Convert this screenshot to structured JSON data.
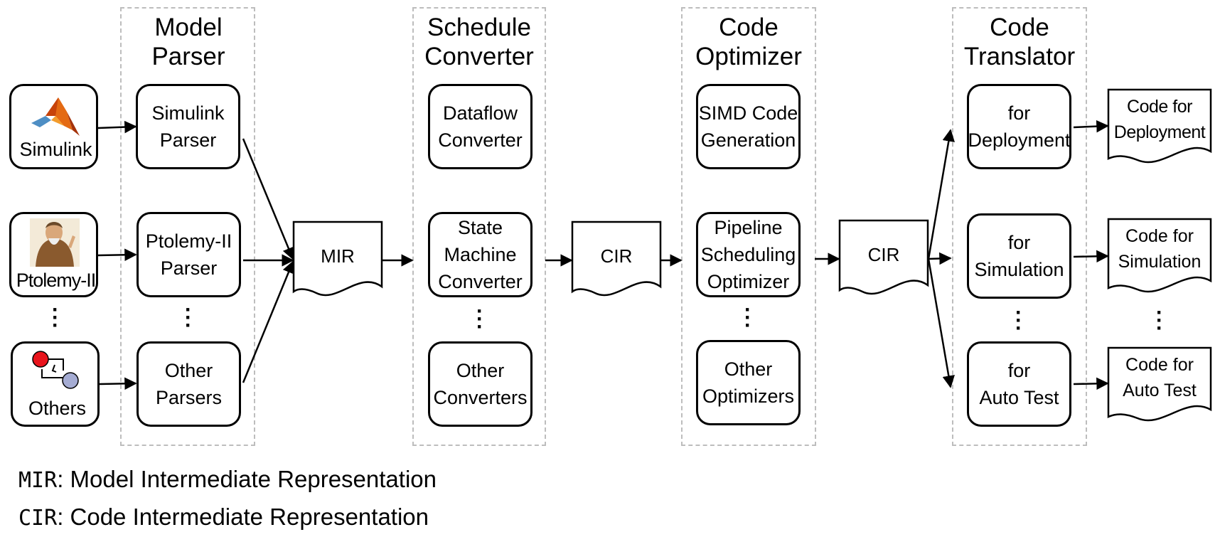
{
  "stages": {
    "model_parser": "Model\nParser",
    "schedule_converter": "Schedule\nConverter",
    "code_optimizer": "Code\nOptimizer",
    "code_translator": "Code\nTranslator"
  },
  "sources": {
    "simulink": "Simulink",
    "ptolemy": "Ptolemy-II",
    "others": "Others"
  },
  "parsers": {
    "simulink": "Simulink\nParser",
    "ptolemy": "Ptolemy-II\nParser",
    "other": "Other\nParsers"
  },
  "converters": {
    "dataflow": "Dataflow\nConverter",
    "state_machine": "State\nMachine\nConverter",
    "other": "Other\nConverters"
  },
  "optimizers": {
    "simd": "SIMD Code\nGeneration",
    "pipeline": "Pipeline\nScheduling\nOptimizer",
    "other": "Other\nOptimizers"
  },
  "translators": {
    "deployment": "for\nDeployment",
    "simulation": "for\nSimulation",
    "auto_test": "for\nAuto Test"
  },
  "documents": {
    "mir": "MIR",
    "cir1": "CIR",
    "cir2": "CIR",
    "deploy_code": "Code for\nDeployment",
    "sim_code": "Code for\nSimulation",
    "test_code": "Code for\nAuto Test"
  },
  "legend": {
    "mir_abbr": "MIR",
    "mir_text": ": Model Intermediate Representation",
    "cir_abbr": "CIR",
    "cir_text": ": Code Intermediate Representation"
  },
  "colors": {
    "stage_border": "#bdbdbd",
    "state_red": "#e8141c",
    "state_blue": "#a5acd3"
  },
  "icons": [
    "matlab-logo-icon",
    "ptolemy-portrait-icon",
    "state-machine-icon"
  ]
}
